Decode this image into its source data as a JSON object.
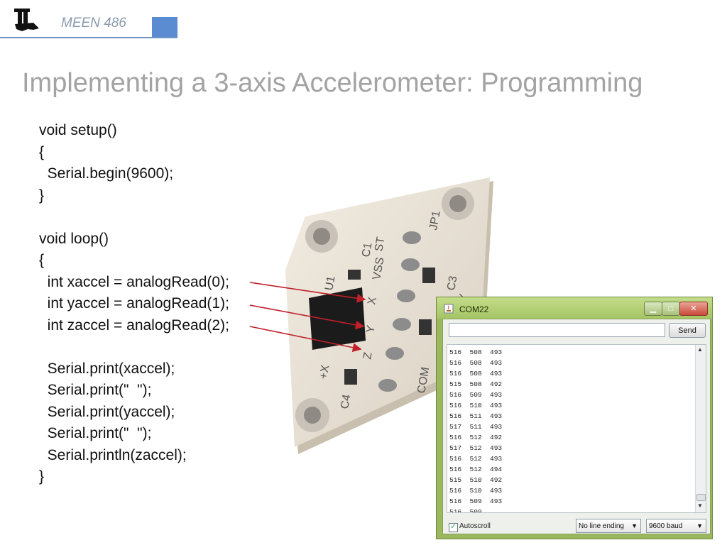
{
  "header": {
    "course": "MEEN 486",
    "colors": {
      "accent": "#5b8bd1",
      "title": "#a3a3a3"
    }
  },
  "slide": {
    "title": "Implementing a 3-axis Accelerometer: Programming"
  },
  "code": [
    "void setup()",
    "{",
    "  Serial.begin(9600);",
    "}",
    "",
    "void loop()",
    "{",
    "  int xaccel = analogRead(0);",
    "  int yaccel = analogRead(1);",
    "  int zaccel = analogRead(2);",
    "",
    "  Serial.print(xaccel);",
    "  Serial.print(\"  \");",
    "  Serial.print(yaccel);",
    "  Serial.print(\"  \");",
    "  Serial.println(zaccel);",
    "}"
  ],
  "board": {
    "labels": [
      "X",
      "Y",
      "Z",
      "VSS",
      "ST",
      "COM",
      "JP1",
      "C1",
      "C3",
      "C4",
      "U1",
      "+X",
      "+Y"
    ]
  },
  "monitor": {
    "title": "COM22",
    "send_label": "Send",
    "rows": [
      "516  508  493",
      "516  508  493",
      "516  508  493",
      "515  508  492",
      "516  509  493",
      "516  510  493",
      "516  511  493",
      "517  511  493",
      "516  512  492",
      "517  512  493",
      "516  512  493",
      "516  512  494",
      "515  510  492",
      "516  510  493",
      "516  509  493",
      "516  509"
    ],
    "autoscroll_label": "Autoscroll",
    "autoscroll_checked": true,
    "line_ending": "No line ending",
    "baud": "9600 baud"
  },
  "icons": [
    "university-logo-icon",
    "java-cup-icon",
    "minimize-icon",
    "maximize-icon",
    "close-icon",
    "scroll-up-icon",
    "scroll-down-icon",
    "dropdown-caret-icon"
  ]
}
